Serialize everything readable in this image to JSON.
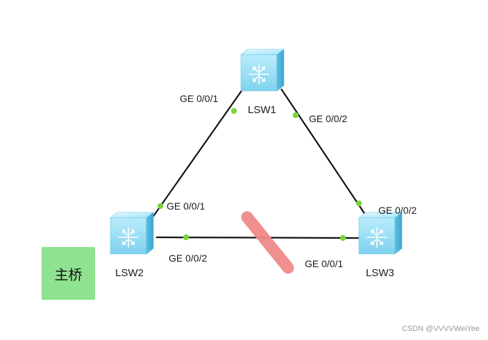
{
  "devices": [
    {
      "id": "lsw1",
      "name": "LSW1"
    },
    {
      "id": "lsw2",
      "name": "LSW2"
    },
    {
      "id": "lsw3",
      "name": "LSW3"
    }
  ],
  "ports": {
    "lsw1_ge1": "GE 0/0/1",
    "lsw1_ge2": "GE 0/0/2",
    "lsw2_ge1": "GE 0/0/1",
    "lsw2_ge2": "GE 0/0/2",
    "lsw3_ge2": "GE 0/0/2",
    "lsw3_ge1": "GE 0/0/1"
  },
  "root_bridge_label": "主桥",
  "watermark": "CSDN @VVVVWeiYee",
  "colors": {
    "link": "#111111",
    "port_dot": "#7ad53c",
    "blocked_marker": "#f08a8a",
    "root_box": "#8fe28f",
    "switch_light": "#bfefff",
    "switch_mid": "#8fdcf5",
    "switch_dark": "#4fb6dc"
  },
  "icons": {
    "switch": "layer3-switch-icon"
  }
}
